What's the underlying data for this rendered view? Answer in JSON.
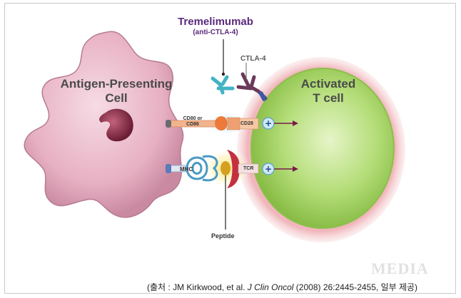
{
  "drug": {
    "name": "Tremelimumab",
    "subtitle": "(anti-CTLA-4)"
  },
  "labels": {
    "ctla4": "CTLA-4",
    "apc_line1": "Antigen-Presenting",
    "apc_line2": "Cell",
    "tcell_line1": "Activated",
    "tcell_line2": "T cell",
    "cd80_line1": "CD80 or",
    "cd80_line2": "CD86",
    "cd28": "CD28",
    "mhc": "MHC",
    "tcr": "TCR",
    "peptide": "Peptide"
  },
  "citation": {
    "prefix": "(출처 : JM Kirkwood, et al. ",
    "journal": "J Clin Oncol",
    "suffix": " (2008) 26:2445-2455, 일부 제공)"
  },
  "watermark": "MEDIA",
  "colors": {
    "apc_fill": "#e8b4c6",
    "tcell_fill": "#9ccf5a",
    "tcell_halo": "#e9a3a8",
    "drug_color": "#5a2a7c",
    "arrow_color": "#7a1a4a"
  }
}
